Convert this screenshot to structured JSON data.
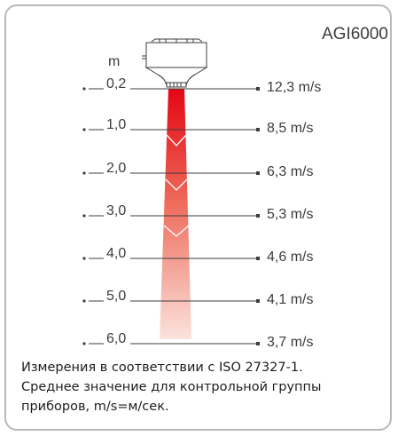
{
  "device": {
    "model": "AGI6000"
  },
  "distance_unit": "m",
  "rows": [
    {
      "distance": "0,2",
      "velocity": "12,3 m/s"
    },
    {
      "distance": "1,0",
      "velocity": "8,5 m/s"
    },
    {
      "distance": "2,0",
      "velocity": "6,3 m/s"
    },
    {
      "distance": "3,0",
      "velocity": "5,3 m/s"
    },
    {
      "distance": "4,0",
      "velocity": "4,6 m/s"
    },
    {
      "distance": "5,0",
      "velocity": "4,1 m/s"
    },
    {
      "distance": "6,0",
      "velocity": "3,7 m/s"
    }
  ],
  "caption": {
    "line1": "Измерения в соответствии с ISO 27327-1.",
    "line2": "Среднее значение для контрольной группы",
    "line3": "приборов, m/s=м/сек."
  },
  "colors": {
    "jet_top": "#e30613",
    "jet_bottom": "#fbe3dc",
    "line": "#3c3c3c",
    "frame": "#b9b9b9"
  }
}
